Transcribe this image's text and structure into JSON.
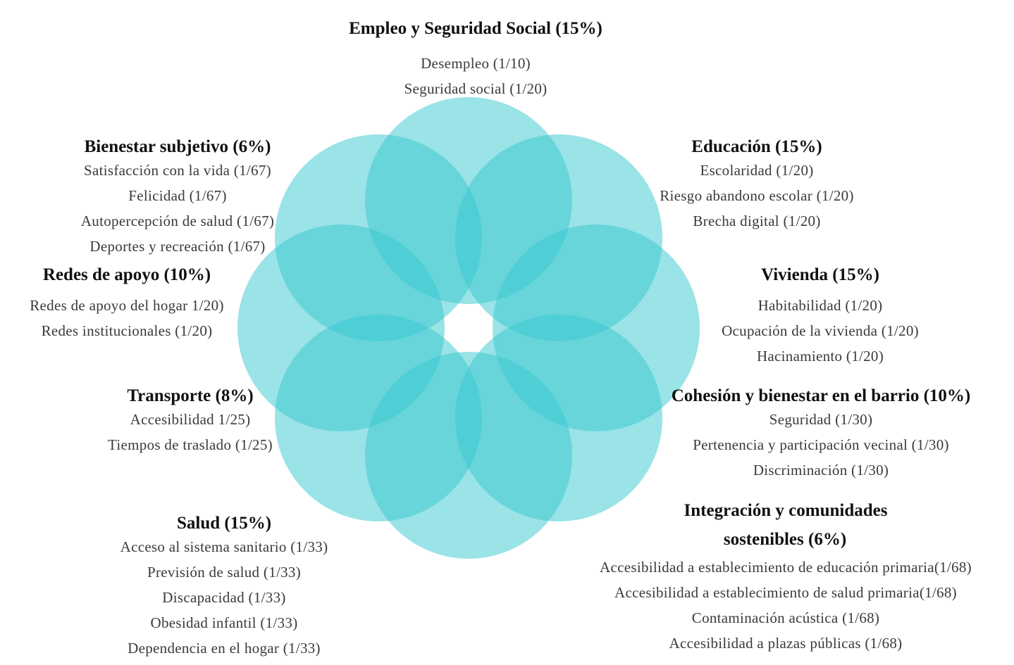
{
  "colors": {
    "petal_fill": "#35c8d0",
    "title_text": "#111111",
    "item_text": "#3a3a3a"
  },
  "petal_count": 8,
  "groups": {
    "empleo": {
      "title": "Empleo y Seguridad Social (15%)",
      "items": [
        "Desempleo (1/10)",
        "Seguridad social (1/20)"
      ]
    },
    "bienestar": {
      "title": "Bienestar subjetivo (6%)",
      "items": [
        "Satisfacción con la vida (1/67)",
        "Felicidad (1/67)",
        "Autopercepción de salud (1/67)",
        "Deportes y recreación (1/67)"
      ]
    },
    "educacion": {
      "title": "Educación (15%)",
      "items": [
        "Escolaridad (1/20)",
        "Riesgo abandono escolar (1/20)",
        "Brecha digital (1/20)"
      ]
    },
    "redes": {
      "title": "Redes de apoyo (10%)",
      "items": [
        "Redes de apoyo del hogar 1/20)",
        "Redes institucionales (1/20)"
      ]
    },
    "vivienda": {
      "title": "Vivienda (15%)",
      "items": [
        "Habitabilidad (1/20)",
        "Ocupación de la vivienda (1/20)",
        "Hacinamiento (1/20)"
      ]
    },
    "transporte": {
      "title": "Transporte (8%)",
      "items": [
        "Accesibilidad 1/25)",
        "Tiempos de traslado (1/25)"
      ]
    },
    "cohesion": {
      "title": "Cohesión y bienestar en el barrio (10%)",
      "items": [
        "Seguridad (1/30)",
        "Pertenencia y participación vecinal (1/30)",
        "Discriminación (1/30)"
      ]
    },
    "salud": {
      "title": "Salud (15%)",
      "items": [
        "Acceso al sistema sanitario (1/33)",
        "Previsión de salud (1/33)",
        "Discapacidad (1/33)",
        "Obesidad infantil (1/33)",
        "Dependencia en el hogar (1/33)"
      ]
    },
    "integracion": {
      "title_line1": "Integración y comunidades",
      "title_line2": "sostenibles (6%)",
      "items": [
        "Accesibilidad a establecimiento de educación primaria(1/68)",
        "Accesibilidad a establecimiento de salud primaria(1/68)",
        "Contaminación acústica (1/68)",
        "Accesibilidad a plazas públicas (1/68)"
      ]
    }
  }
}
